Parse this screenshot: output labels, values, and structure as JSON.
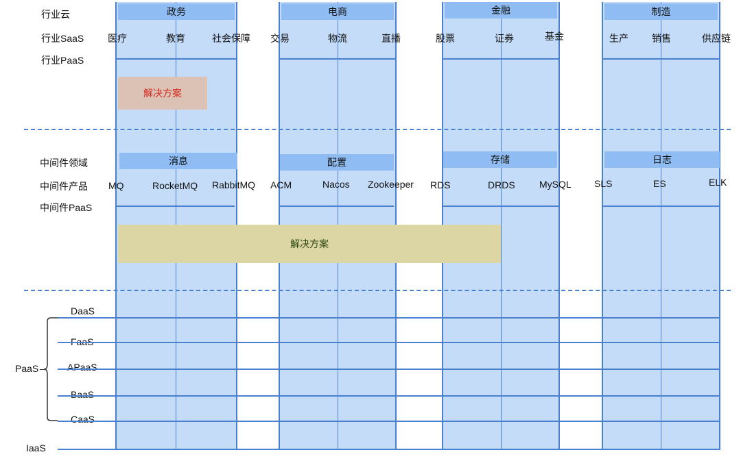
{
  "industry": {
    "row_labels": {
      "cloud": "行业云",
      "saas": "行业SaaS",
      "paas": "行业PaaS"
    },
    "columns": [
      {
        "title": "政务",
        "items": [
          "医疗",
          "教育",
          "社会保障"
        ]
      },
      {
        "title": "电商",
        "items": [
          "交易",
          "物流",
          "直播"
        ]
      },
      {
        "title": "金融",
        "items": [
          "股票",
          "证券",
          "基金"
        ]
      },
      {
        "title": "制造",
        "items": [
          "生产",
          "销售",
          "供应链"
        ]
      }
    ],
    "solution": "解决方案"
  },
  "middleware": {
    "row_labels": {
      "domain": "中间件领域",
      "product": "中间件产品",
      "paas": "中间件PaaS"
    },
    "columns": [
      {
        "title": "消息",
        "items": [
          "MQ",
          "RocketMQ",
          "RabbitMQ"
        ]
      },
      {
        "title": "配置",
        "items": [
          "ACM",
          "Nacos",
          "Zookeeper"
        ]
      },
      {
        "title": "存储",
        "items": [
          "RDS",
          "DRDS",
          "MySQL"
        ]
      },
      {
        "title": "日志",
        "items": [
          "SLS",
          "ES",
          "ELK"
        ]
      }
    ],
    "solution": "解决方案"
  },
  "platform": {
    "paas_label": "PaaS",
    "layers": [
      "DaaS",
      "FaaS",
      "APaaS",
      "BaaS",
      "CaaS"
    ],
    "iaas_label": "IaaS"
  }
}
